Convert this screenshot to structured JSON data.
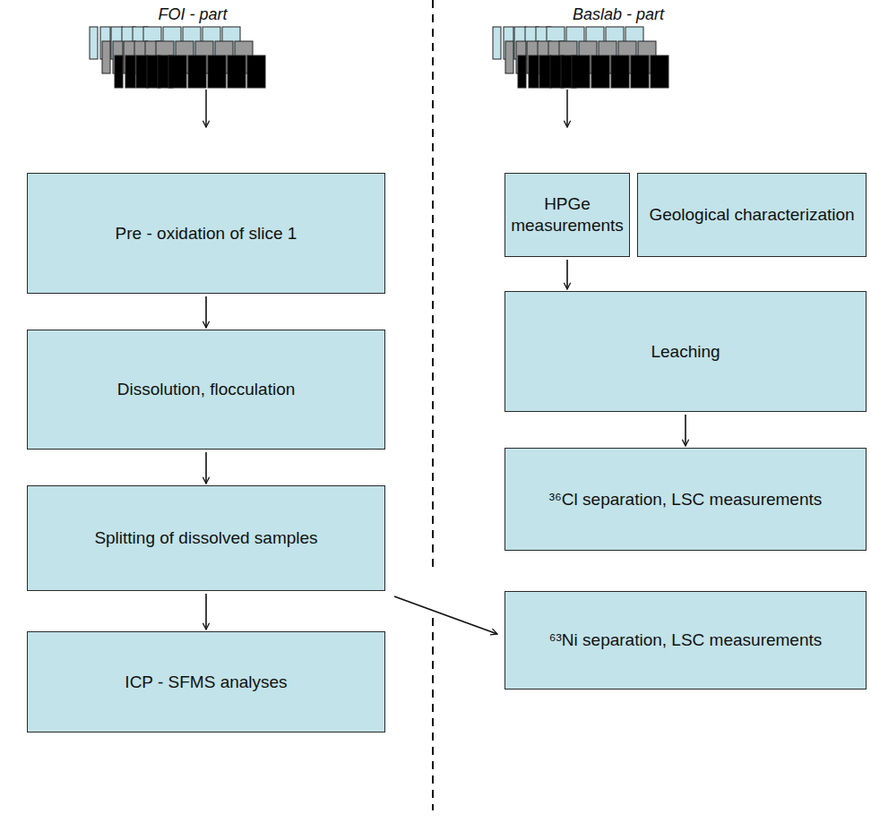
{
  "diagram": {
    "nodes": [
      {
        "text": [
          "Pre - oxidation of slice 1"
        ]
      },
      {
        "text": [
          "Dissolution, flocculation"
        ]
      },
      {
        "text": [
          "Splitting of dissolved samples"
        ]
      },
      {
        "text": [
          "ICP - SFMS analyses"
        ]
      },
      {
        "text": [
          "HPGe measurements"
        ]
      },
      {
        "text": [
          "Geological characterization"
        ]
      },
      {
        "text": [
          "Leaching"
        ]
      },
      {
        "text": [
          "³⁶Cl separation, LSC measurements"
        ]
      },
      {
        "text": [
          "⁶³Ni separation, LSC measurements"
        ]
      }
    ],
    "edges": [
      {
        "from": 0,
        "to": 1,
        "arrow": "to"
      },
      {
        "from": 1,
        "to": 2,
        "arrow": "to"
      },
      {
        "from": 2,
        "to": 3,
        "arrow": "to"
      },
      {
        "from": 2,
        "to": 8,
        "arrow": "to"
      },
      {
        "from": 4,
        "to": 6,
        "arrow": "to"
      },
      {
        "from": 6,
        "to": 7,
        "arrow": "to"
      }
    ],
    "labels": [
      "FOI - part",
      "Baslab - part"
    ]
  }
}
